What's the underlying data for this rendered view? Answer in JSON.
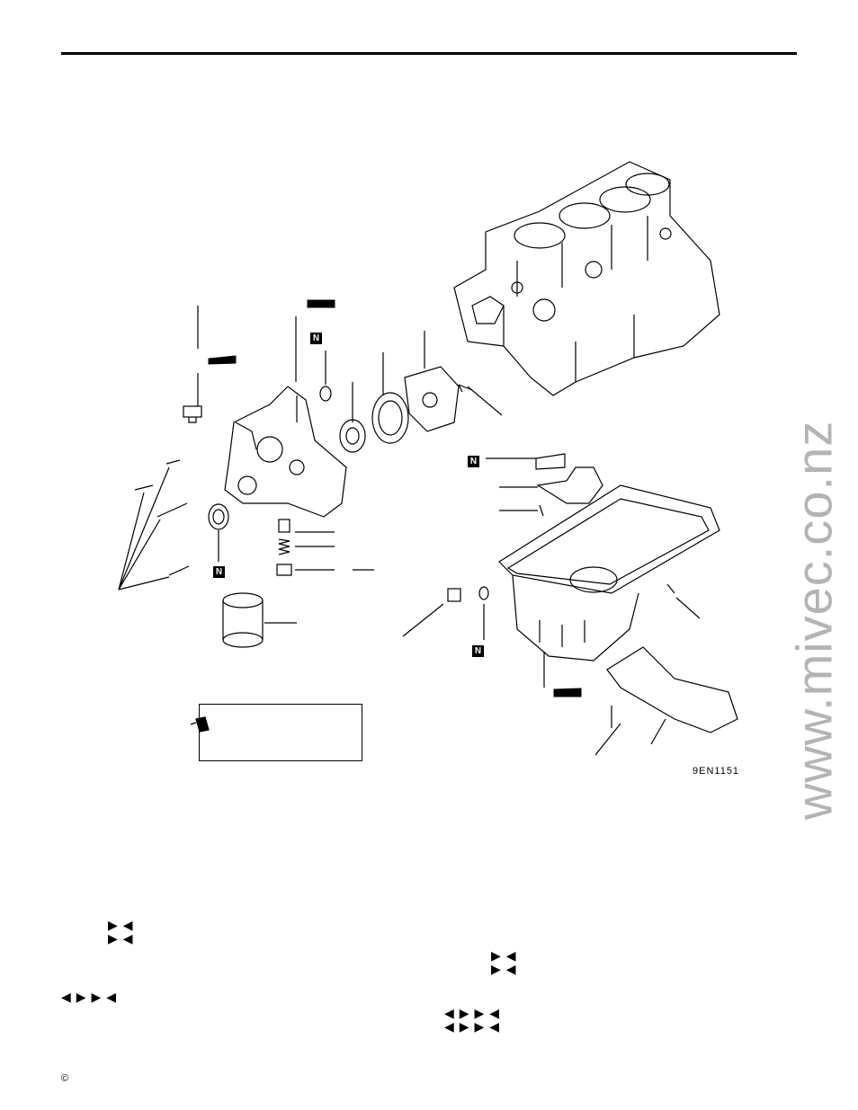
{
  "figure": {
    "code": "9EN1151",
    "new_part_mark": "N",
    "watermark": "www.mivec.co.nz"
  },
  "footer": {
    "copyright_symbol": "©"
  },
  "arrow_groups": {
    "left_a_row1": "▶◀",
    "left_a_row2": "▶◀",
    "left_b": "◀▶▶◀",
    "right_a_row1": "▶◀",
    "right_a_row2": "▶◀",
    "right_b_row1": "◀▶▶◀",
    "right_b_row2": "◀▶▶◀"
  },
  "icons": [
    "sealant-tube-icon",
    "oil-can-icon",
    "new-part-n-icon"
  ]
}
